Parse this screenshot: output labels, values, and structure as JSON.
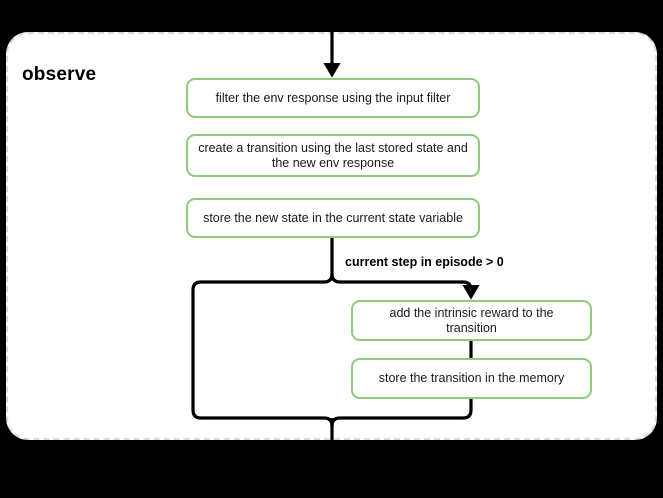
{
  "diagram": {
    "scope": {
      "title": "observe"
    },
    "nodes": [
      {
        "id": "filter",
        "label": "filter the env response using the input filter"
      },
      {
        "id": "transition",
        "label": "create a transition using the last stored state and the new env response"
      },
      {
        "id": "store_state",
        "label": "store the new state in the current state variable"
      },
      {
        "id": "intrinsic",
        "label": "add the intrinsic reward to the transition"
      },
      {
        "id": "store_memory",
        "label": "store the transition in the memory"
      }
    ],
    "branch": {
      "condition_label": "current step in episode > 0"
    },
    "colors": {
      "node_border": "#8fca7e",
      "node_fill": "#ffffff",
      "scope_border": "#d9d9d9",
      "scope_fill": "#ffffff",
      "connector": "#000000",
      "page_background": "#000000",
      "text": "#1a1a1a"
    }
  }
}
